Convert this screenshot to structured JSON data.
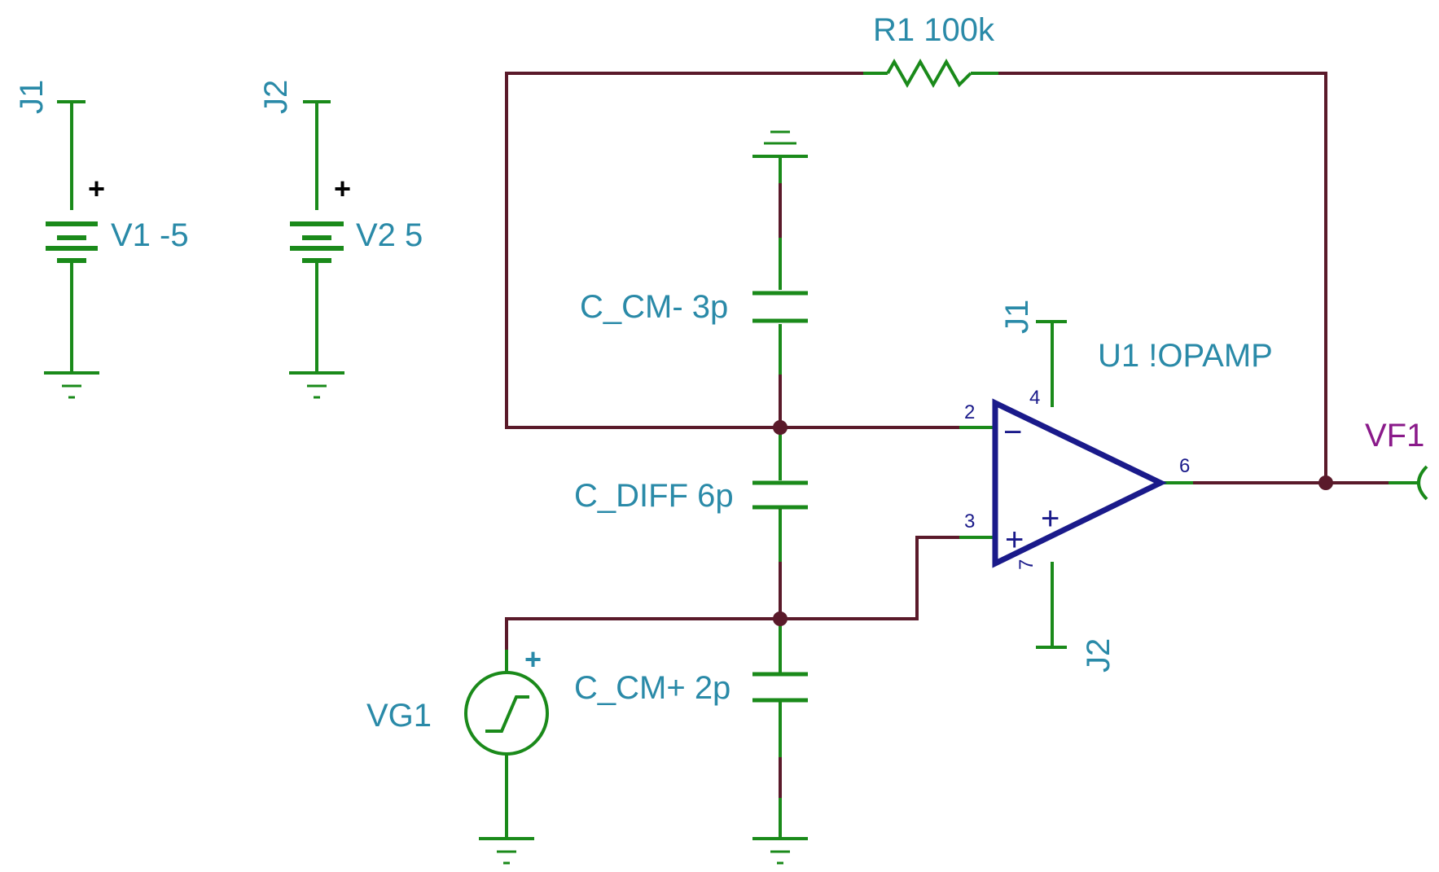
{
  "colors": {
    "wire": "#5a1a2a",
    "component": "#1a8a1a",
    "label": "#2a8aa8",
    "opamp": "#1a1a8a",
    "output_label": "#8a1a8a",
    "node": "#5a1a2a"
  },
  "batteries": [
    {
      "terminal": "J1",
      "label": "V1 -5",
      "plus": "+"
    },
    {
      "terminal": "J2",
      "label": "V2 5",
      "plus": "+"
    }
  ],
  "resistor": {
    "label": "R1 100k"
  },
  "capacitors": {
    "cm_minus": "C_CM- 3p",
    "diff": "C_DIFF 6p",
    "cm_plus": "C_CM+ 2p"
  },
  "opamp": {
    "label": "U1 !OPAMP",
    "pin_inv": "2",
    "pin_noninv": "3",
    "pin_out": "6",
    "pin_vplus": "4",
    "pin_vminus": "7",
    "supply_top": "J1",
    "supply_bottom": "J2",
    "minus_sign": "−",
    "plus_sign": "+",
    "plus_sign_right": "+"
  },
  "source": {
    "label": "VG1",
    "plus": "+"
  },
  "output": {
    "label": "VF1"
  }
}
